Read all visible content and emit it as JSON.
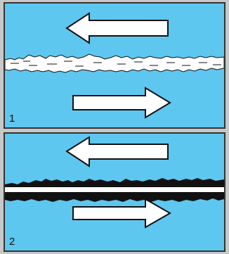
{
  "colors": {
    "water": "#5ec7f0",
    "arrow_fill": "#ffffff",
    "outline": "#111111",
    "frame": "#c8c8c8"
  },
  "panels": [
    {
      "number": "1",
      "crack_style": "white-fractured"
    },
    {
      "number": "2",
      "crack_style": "dark-fractured-with-white-gap"
    }
  ]
}
